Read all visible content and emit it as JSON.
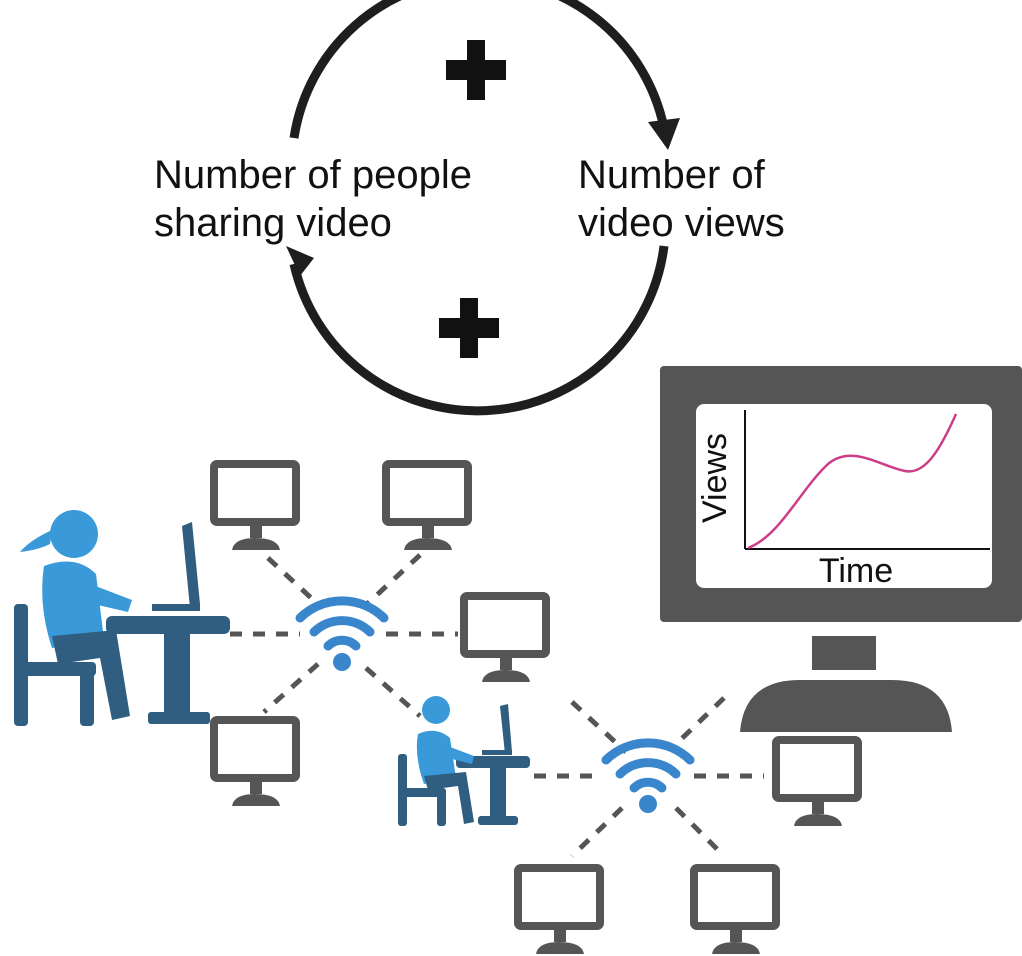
{
  "feedback_loop": {
    "left_label": [
      "Number of people",
      "sharing video"
    ],
    "right_label": [
      "Number of",
      "video views"
    ],
    "top_polarity": "+",
    "bottom_polarity": "+"
  },
  "monitor_chart": {
    "y_label": "Views",
    "x_label": "Time"
  },
  "colors": {
    "monitor": "#555555",
    "loop_arrow": "#1e1e1e",
    "person_light": "#3a9ad9",
    "person_dark": "#2f5e80",
    "wifi": "#3a86cc",
    "curve": "#cc3d8a",
    "dash": "#555555"
  },
  "icons": {
    "person": "person-at-computer-icon",
    "wifi": "wifi-icon",
    "monitor": "monitor-icon",
    "plus": "plus-icon"
  }
}
